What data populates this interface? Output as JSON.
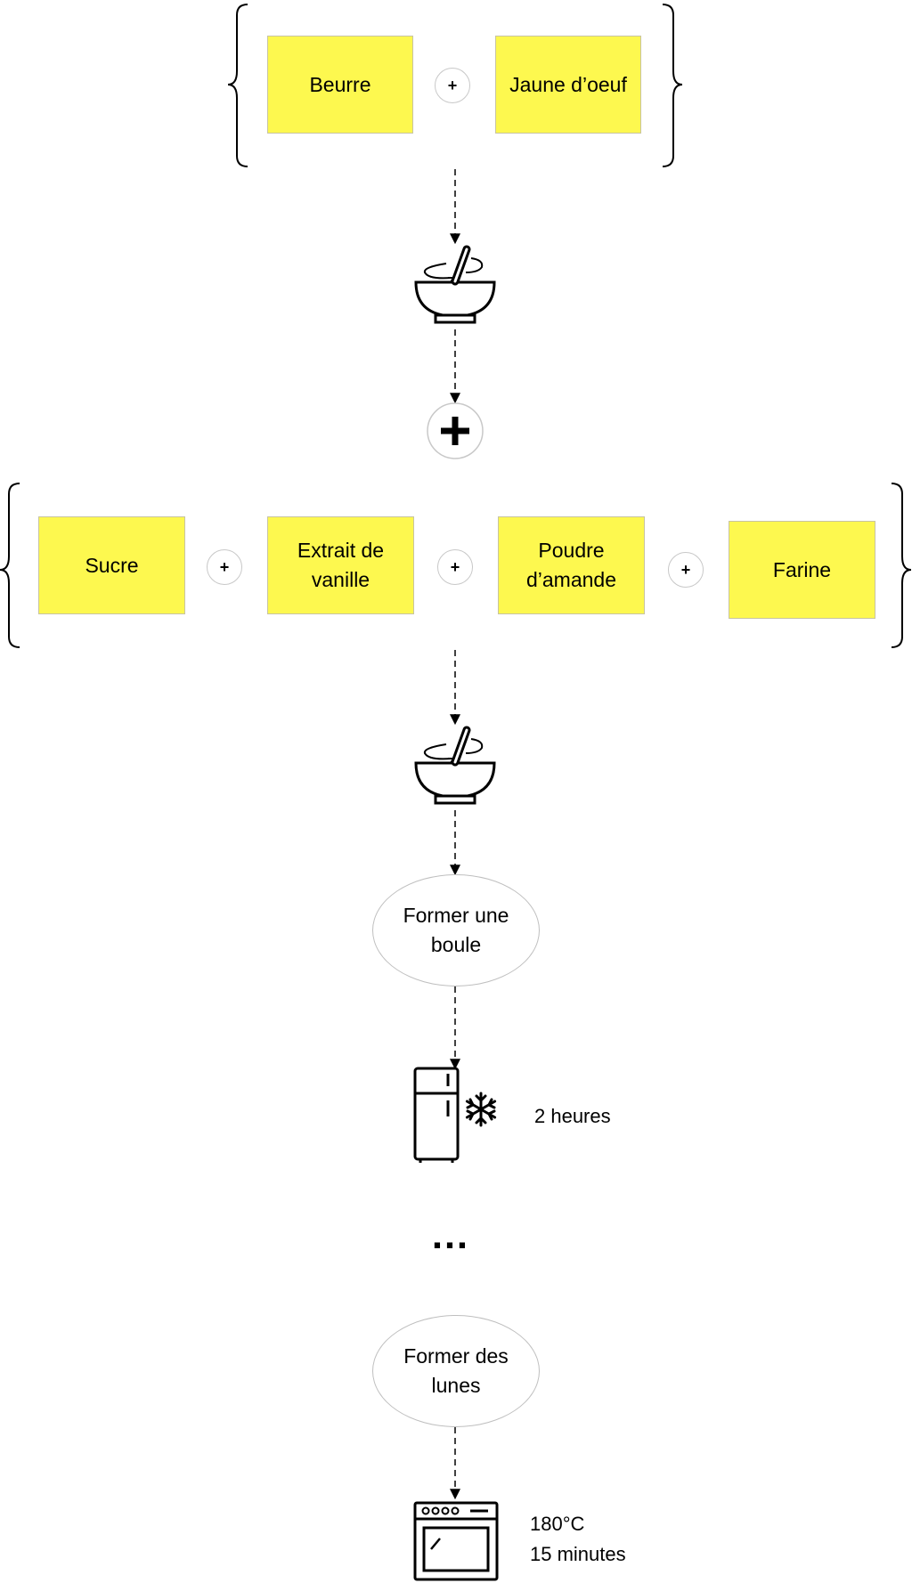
{
  "step1": {
    "items": [
      "Beurre",
      "Jaune d’oeuf"
    ],
    "join": "+"
  },
  "mix_icon": "mixing-bowl-icon",
  "big_plus": "plus-icon",
  "step2": {
    "items": [
      "Sucre",
      "Extrait de vanille",
      "Poudre d’amande",
      "Farine"
    ],
    "join": "+"
  },
  "shape_ball": "Former une boule",
  "fridge": {
    "icon": "fridge-icon",
    "cold_icon": "snowflake-icon",
    "duration": "2 heures"
  },
  "ellipsis": "…",
  "shape_moons": "Former des lunes",
  "oven": {
    "icon": "oven-icon",
    "temperature": "180°C",
    "duration": "15 minutes"
  },
  "colors": {
    "note": "#fdf84f",
    "line": "#000000",
    "ellipse_border": "#bfbfbf"
  }
}
